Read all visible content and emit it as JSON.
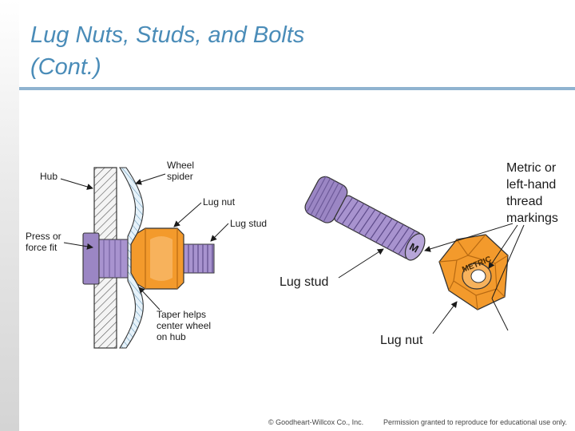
{
  "slide": {
    "title_line1": "Lug Nuts, Studs, and Bolts",
    "title_line2": "(Cont.)"
  },
  "left_figure": {
    "labels": {
      "hub": "Hub",
      "wheel_spider_1": "Wheel",
      "wheel_spider_2": "spider",
      "lug_nut": "Lug nut",
      "lug_stud": "Lug stud",
      "press_fit_1": "Press or",
      "press_fit_2": "force fit",
      "taper_1": "Taper helps",
      "taper_2": "center wheel",
      "taper_3": "on hub"
    }
  },
  "right_figure": {
    "labels": {
      "metric_1": "Metric or",
      "metric_2": "left-hand",
      "metric_3": "thread",
      "metric_4": "markings",
      "lug_stud": "Lug stud",
      "lug_nut": "Lug nut",
      "stud_mark": "M",
      "nut_mark": "METRIC"
    }
  },
  "footer": {
    "copyright": "© Goodheart-Willcox Co., Inc.",
    "permission": "Permission granted to reproduce for educational use only."
  },
  "colors": {
    "title": "#4a8cb8",
    "rule": "#8fb3d0",
    "stud_purple": "#9b86c4",
    "nut_orange": "#f39a2c"
  }
}
